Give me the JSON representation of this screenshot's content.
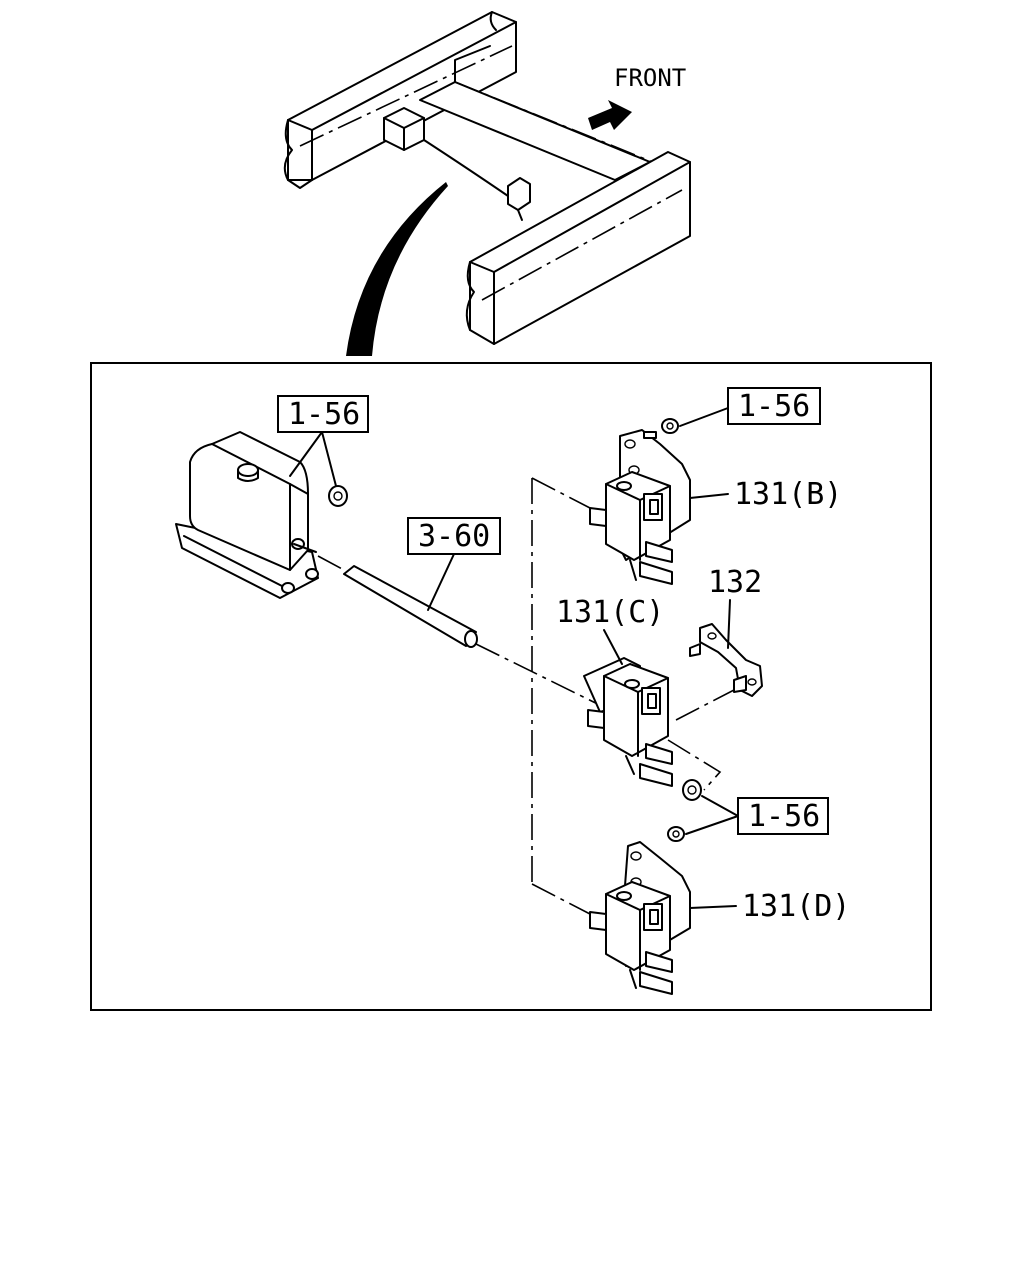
{
  "orientation_label": "FRONT",
  "callouts": {
    "ref_156_top_left": "1-56",
    "ref_156_top_right": "1-56",
    "ref_360": "3-60",
    "ref_156_middle": "1-56",
    "part_131b": "131(B)",
    "part_132": "132",
    "part_131c": "131(C)",
    "part_131d": "131(D)"
  }
}
